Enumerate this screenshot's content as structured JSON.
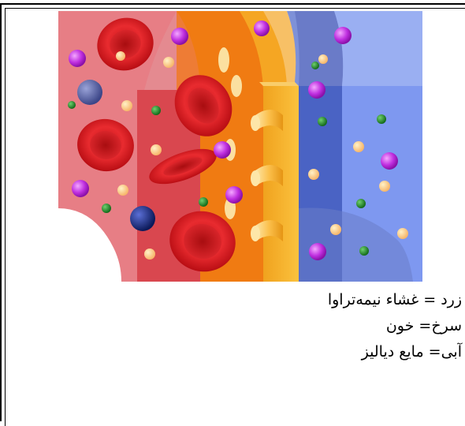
{
  "figure": {
    "caption_lines": [
      "زرد = غشاء نیمه‌تراوا",
      "سرخ= خون",
      "آبی= مایع دیالیز"
    ]
  },
  "colors": {
    "blood": "#e06a72",
    "membrane": "#f5a623",
    "dialysate": "#6a84e0"
  }
}
